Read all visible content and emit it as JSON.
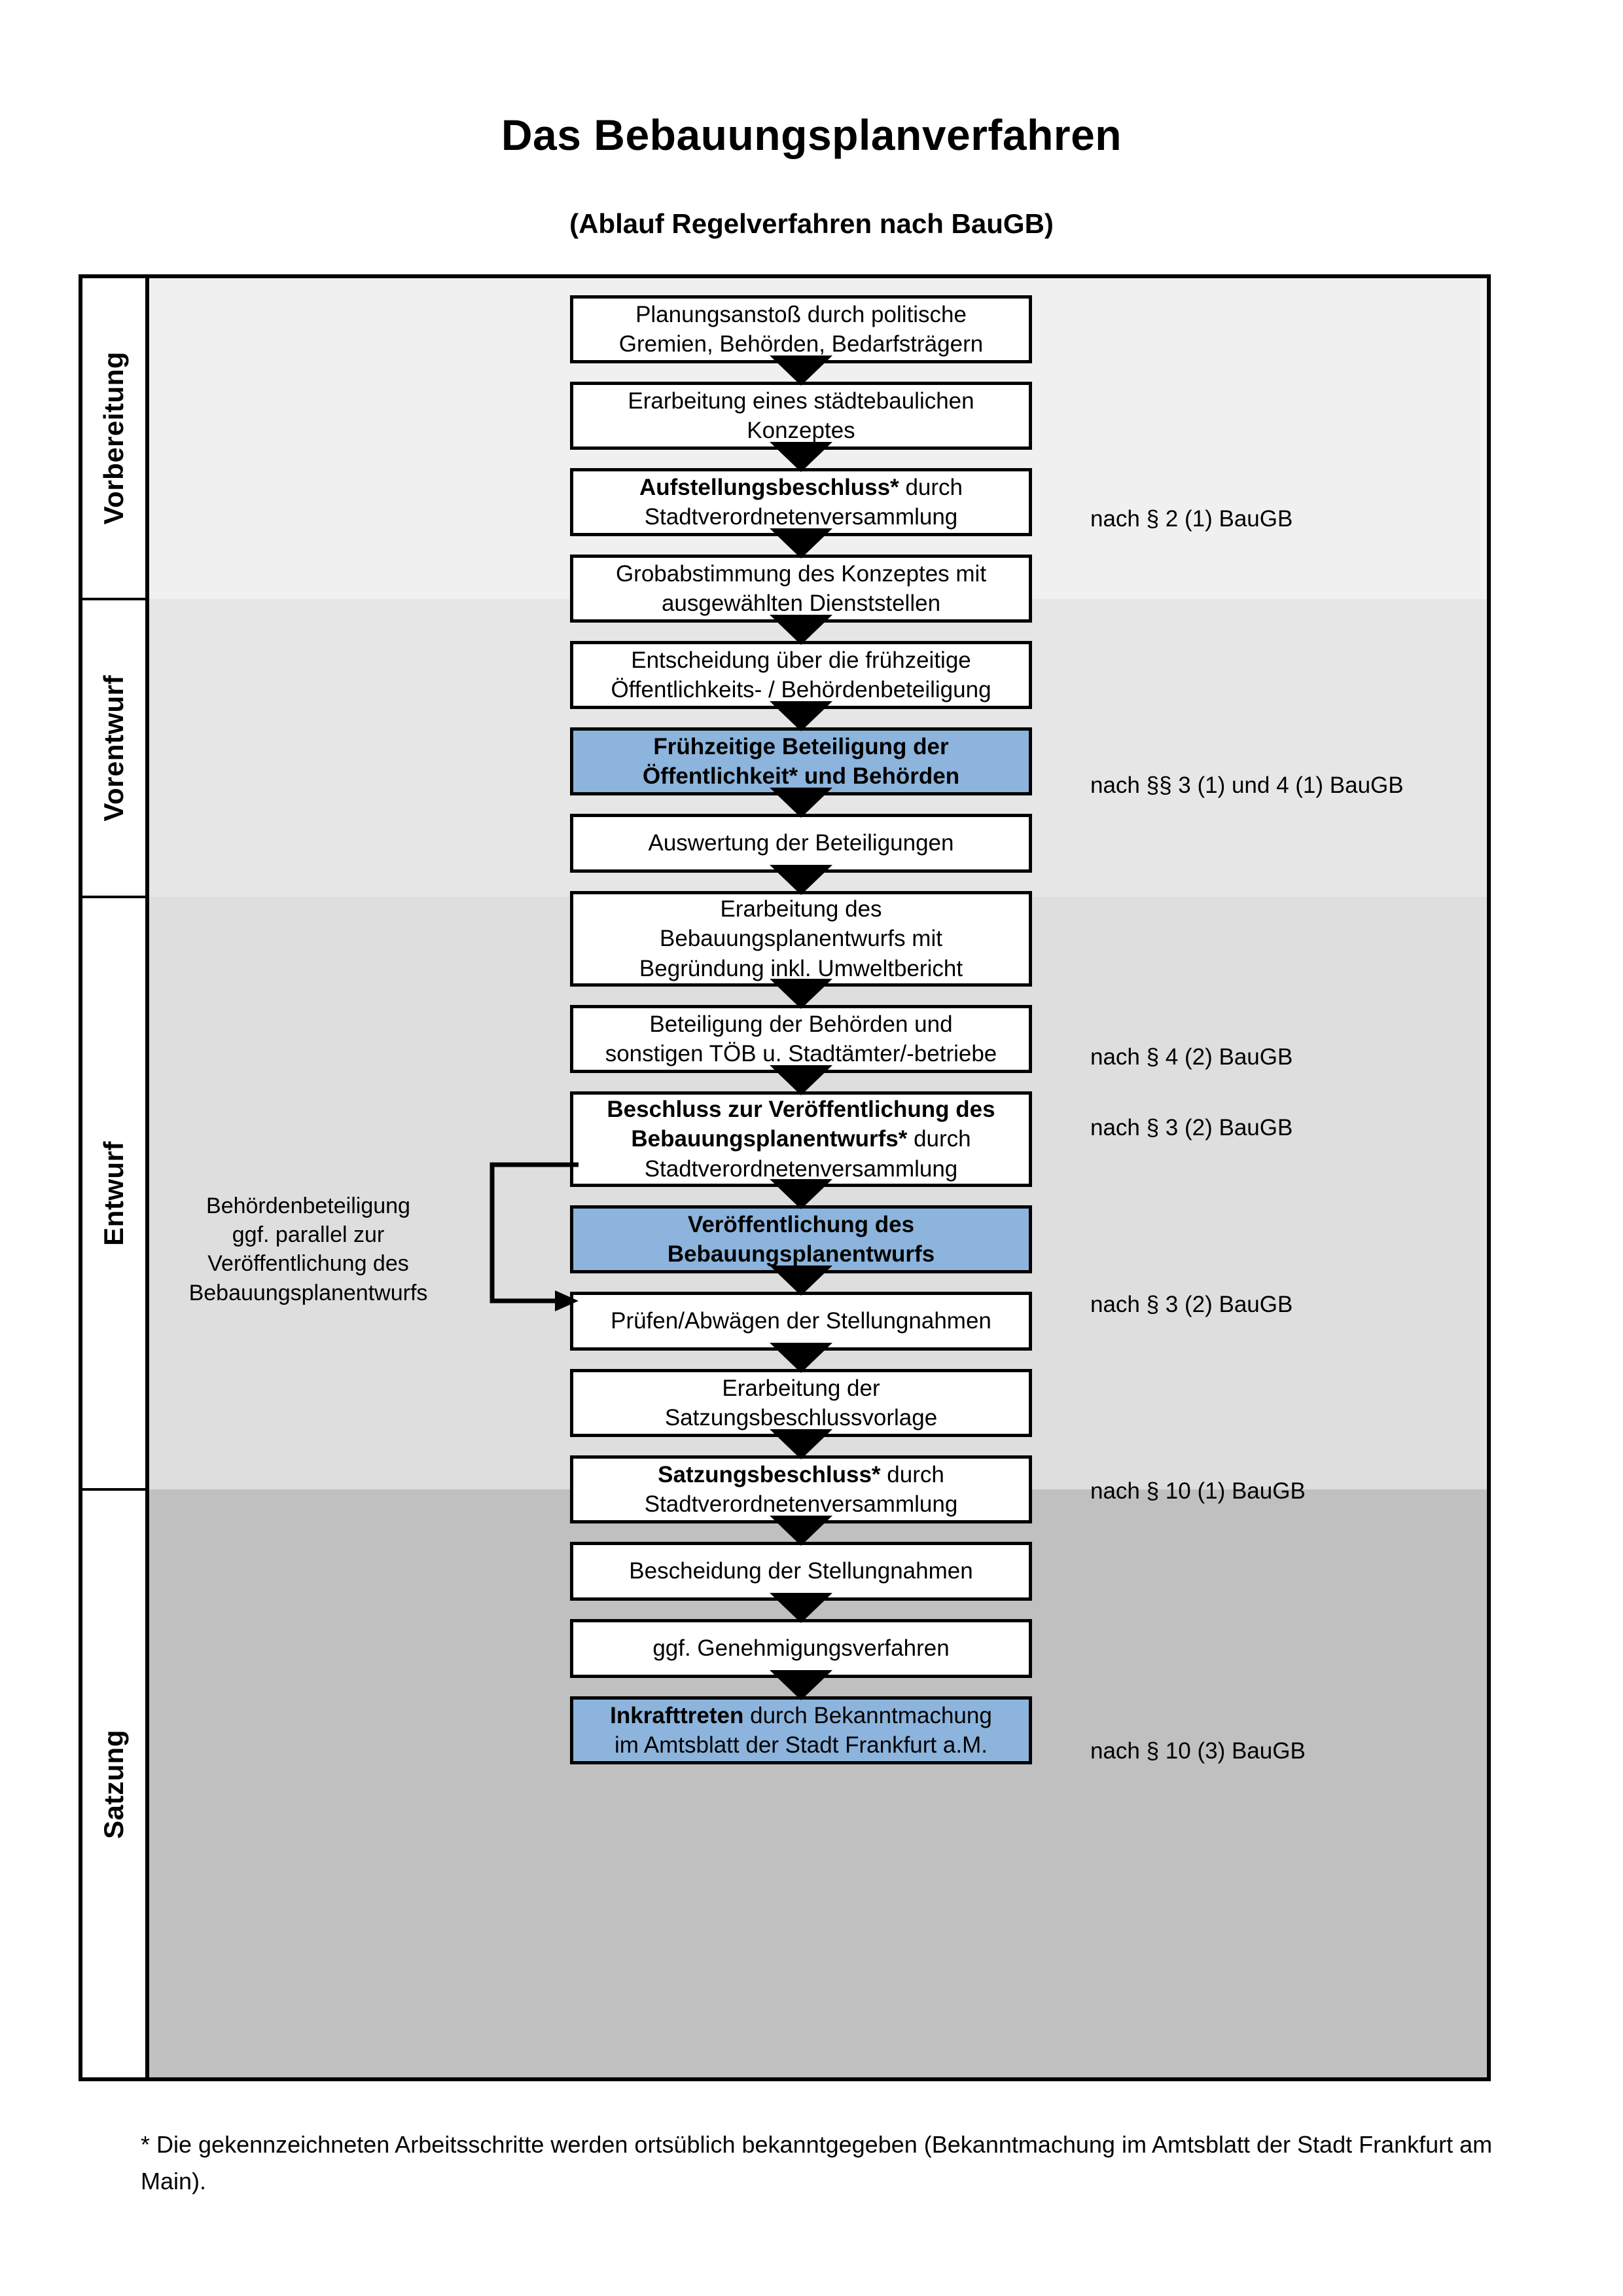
{
  "title": "Das Bebauungsplanverfahren",
  "subtitle": "(Ablauf Regelverfahren nach BauGB)",
  "colors": {
    "band_vorbereitung": "#f0f0f0",
    "band_vorentwurf": "#e6e6e6",
    "band_entwurf": "#dedede",
    "band_satzung": "#c0c0c0",
    "highlight_box": "#8cb4dc",
    "border": "#000000"
  },
  "bands": [
    {
      "label": "Vorbereitung"
    },
    {
      "label": "Vorentwurf"
    },
    {
      "label": "Entwurf"
    },
    {
      "label": "Satzung"
    }
  ],
  "nodes": [
    {
      "id": "n1",
      "line1": "Planungsanstoß durch politische",
      "line2": "Gremien, Behörden, Bedarfsträgern",
      "bold": false,
      "highlight": false
    },
    {
      "id": "n2",
      "line1": "Erarbeitung eines städtebaulichen",
      "line2": "Konzeptes",
      "bold": false,
      "highlight": false
    },
    {
      "id": "n3",
      "line1": "Aufstellungsbeschluss* durch",
      "line2": "Stadtverordnetenversammlung",
      "bold_line1": true,
      "highlight": false
    },
    {
      "id": "n4",
      "line1": "Grobabstimmung des Konzeptes mit",
      "line2": "ausgewählten Dienststellen",
      "bold": false,
      "highlight": false
    },
    {
      "id": "n5",
      "line1": "Entscheidung über die frühzeitige",
      "line2": "Öffentlichkeits- / Behördenbeteiligung",
      "bold": false,
      "highlight": false
    },
    {
      "id": "n6",
      "line1": "Frühzeitige Beteiligung der",
      "line2": "Öffentlichkeit* und Behörden",
      "bold": true,
      "highlight": true
    },
    {
      "id": "n7",
      "line1": "Auswertung der Beteiligungen",
      "line2": "",
      "bold": false,
      "highlight": false
    },
    {
      "id": "n8",
      "line1": "Erarbeitung des",
      "line2": "Bebauungsplanentwurfs mit",
      "line3": "Begründung inkl. Umweltbericht",
      "bold": false,
      "highlight": false
    },
    {
      "id": "n9",
      "line1": "Beteiligung der Behörden und",
      "line2": "sonstigen TÖB u. Stadtämter/-betriebe",
      "bold": false,
      "highlight": false
    },
    {
      "id": "n10",
      "line1": "Beschluss zur Veröffentlichung des",
      "line2": "Bebauungsplanentwurfs* durch",
      "line3": "Stadtverordnetenversammlung",
      "bold_first_two": true,
      "highlight": false
    },
    {
      "id": "n11",
      "line1": "Veröffentlichung des",
      "line2": "Bebauungsplanentwurfs",
      "bold": true,
      "highlight": true
    },
    {
      "id": "n12",
      "line1": "Prüfen/Abwägen der Stellungnahmen",
      "line2": "",
      "bold": false,
      "highlight": false
    },
    {
      "id": "n13",
      "line1": "Erarbeitung der",
      "line2": "Satzungsbeschlussvorlage",
      "bold": false,
      "highlight": false
    },
    {
      "id": "n14",
      "line1": "Satzungsbeschluss* durch",
      "line2": "Stadtverordnetenversammlung",
      "bold_line1": true,
      "highlight": false
    },
    {
      "id": "n15",
      "line1": "Bescheidung der Stellungnahmen",
      "line2": "",
      "bold": false,
      "highlight": false
    },
    {
      "id": "n16",
      "line1": "ggf. Genehmigungsverfahren",
      "line2": "",
      "bold": false,
      "highlight": false
    },
    {
      "id": "n17",
      "line1": "Inkrafttreten durch Bekanntmachung",
      "line2": "im Amtsblatt der Stadt Frankfurt a.M.",
      "bold_word": "Inkrafttreten",
      "highlight": true
    }
  ],
  "node_text": {
    "n1_a": "Planungsanstoß durch politische",
    "n1_b": "Gremien, Behörden, Bedarfsträgern",
    "n2_a": "Erarbeitung eines städtebaulichen",
    "n2_b": "Konzeptes",
    "n3_a": "Aufstellungsbeschluss*",
    "n3_b": " durch",
    "n3_c": "Stadtverordnetenversammlung",
    "n4_a": "Grobabstimmung des Konzeptes mit",
    "n4_b": "ausgewählten Dienststellen",
    "n5_a": "Entscheidung über die frühzeitige",
    "n5_b": "Öffentlichkeits- / Behördenbeteiligung",
    "n6_a": "Frühzeitige Beteiligung der",
    "n6_b": "Öffentlichkeit* und Behörden",
    "n7_a": "Auswertung der Beteiligungen",
    "n8_a": "Erarbeitung des",
    "n8_b": "Bebauungsplanentwurfs mit",
    "n8_c": "Begründung inkl. Umweltbericht",
    "n9_a": "Beteiligung der Behörden und",
    "n9_b": "sonstigen TÖB u. Stadtämter/-betriebe",
    "n10_a": "Beschluss zur Veröffentlichung des",
    "n10_b": "Bebauungsplanentwurfs*",
    "n10_c": " durch",
    "n10_d": "Stadtverordnetenversammlung",
    "n11_a": "Veröffentlichung des",
    "n11_b": "Bebauungsplanentwurfs",
    "n12_a": "Prüfen/Abwägen der Stellungnahmen",
    "n13_a": "Erarbeitung der",
    "n13_b": "Satzungsbeschlussvorlage",
    "n14_a": "Satzungsbeschluss*",
    "n14_b": " durch",
    "n14_c": "Stadtverordnetenversammlung",
    "n15_a": "Bescheidung der Stellungnahmen",
    "n16_a": "ggf. Genehmigungsverfahren",
    "n17_a": "Inkrafttreten",
    "n17_b": " durch Bekanntmachung",
    "n17_c": "im Amtsblatt der Stadt Frankfurt a.M."
  },
  "legal_references": [
    {
      "id": "l1",
      "text": "nach § 2 (1) BauGB"
    },
    {
      "id": "l2",
      "text": "nach §§ 3 (1) und 4 (1) BauGB"
    },
    {
      "id": "l3",
      "text": "nach § 4 (2) BauGB"
    },
    {
      "id": "l4",
      "text": "nach § 3 (2) BauGB"
    },
    {
      "id": "l5",
      "text": "nach § 3 (2) BauGB"
    },
    {
      "id": "l6",
      "text": "nach § 10 (1) BauGB"
    },
    {
      "id": "l7",
      "text": "nach § 10 (3) BauGB"
    }
  ],
  "sidenote": {
    "line1": "Behördenbeteiligung",
    "line2": "ggf. parallel zur",
    "line3": "Veröffentlichung des",
    "line4": "Bebauungsplanentwurfs"
  },
  "footnote": "* Die gekennzeichneten Arbeitsschritte werden ortsüblich bekanntgegeben (Bekanntmachung im Amtsblatt  der Stadt Frankfurt am Main)."
}
